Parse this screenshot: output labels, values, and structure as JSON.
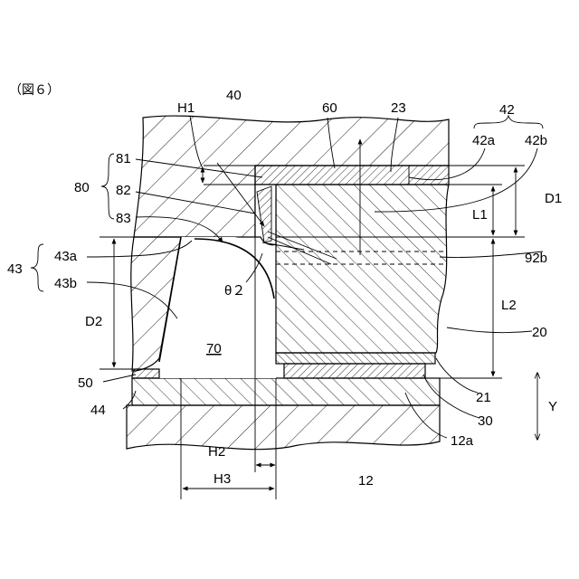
{
  "figure_label": "（図６）",
  "labels": {
    "l40": "40",
    "l60": "60",
    "l23": "23",
    "l42": "42",
    "l42a": "42a",
    "l42b": "42b",
    "lH1": "H1",
    "l81": "81",
    "l80": "80",
    "l82": "82",
    "l83": "83",
    "lD1": "D1",
    "lL1": "L1",
    "l43": "43",
    "l43a": "43a",
    "l43b": "43b",
    "ltheta2": "θ２",
    "l92b": "92b",
    "lL2": "L2",
    "lD2": "D2",
    "l70": "70",
    "l20": "20",
    "l50": "50",
    "l21": "21",
    "lY": "Y",
    "l44": "44",
    "l30": "30",
    "l12a": "12a",
    "lH2": "H2",
    "l12": "12",
    "lH3": "H3"
  }
}
